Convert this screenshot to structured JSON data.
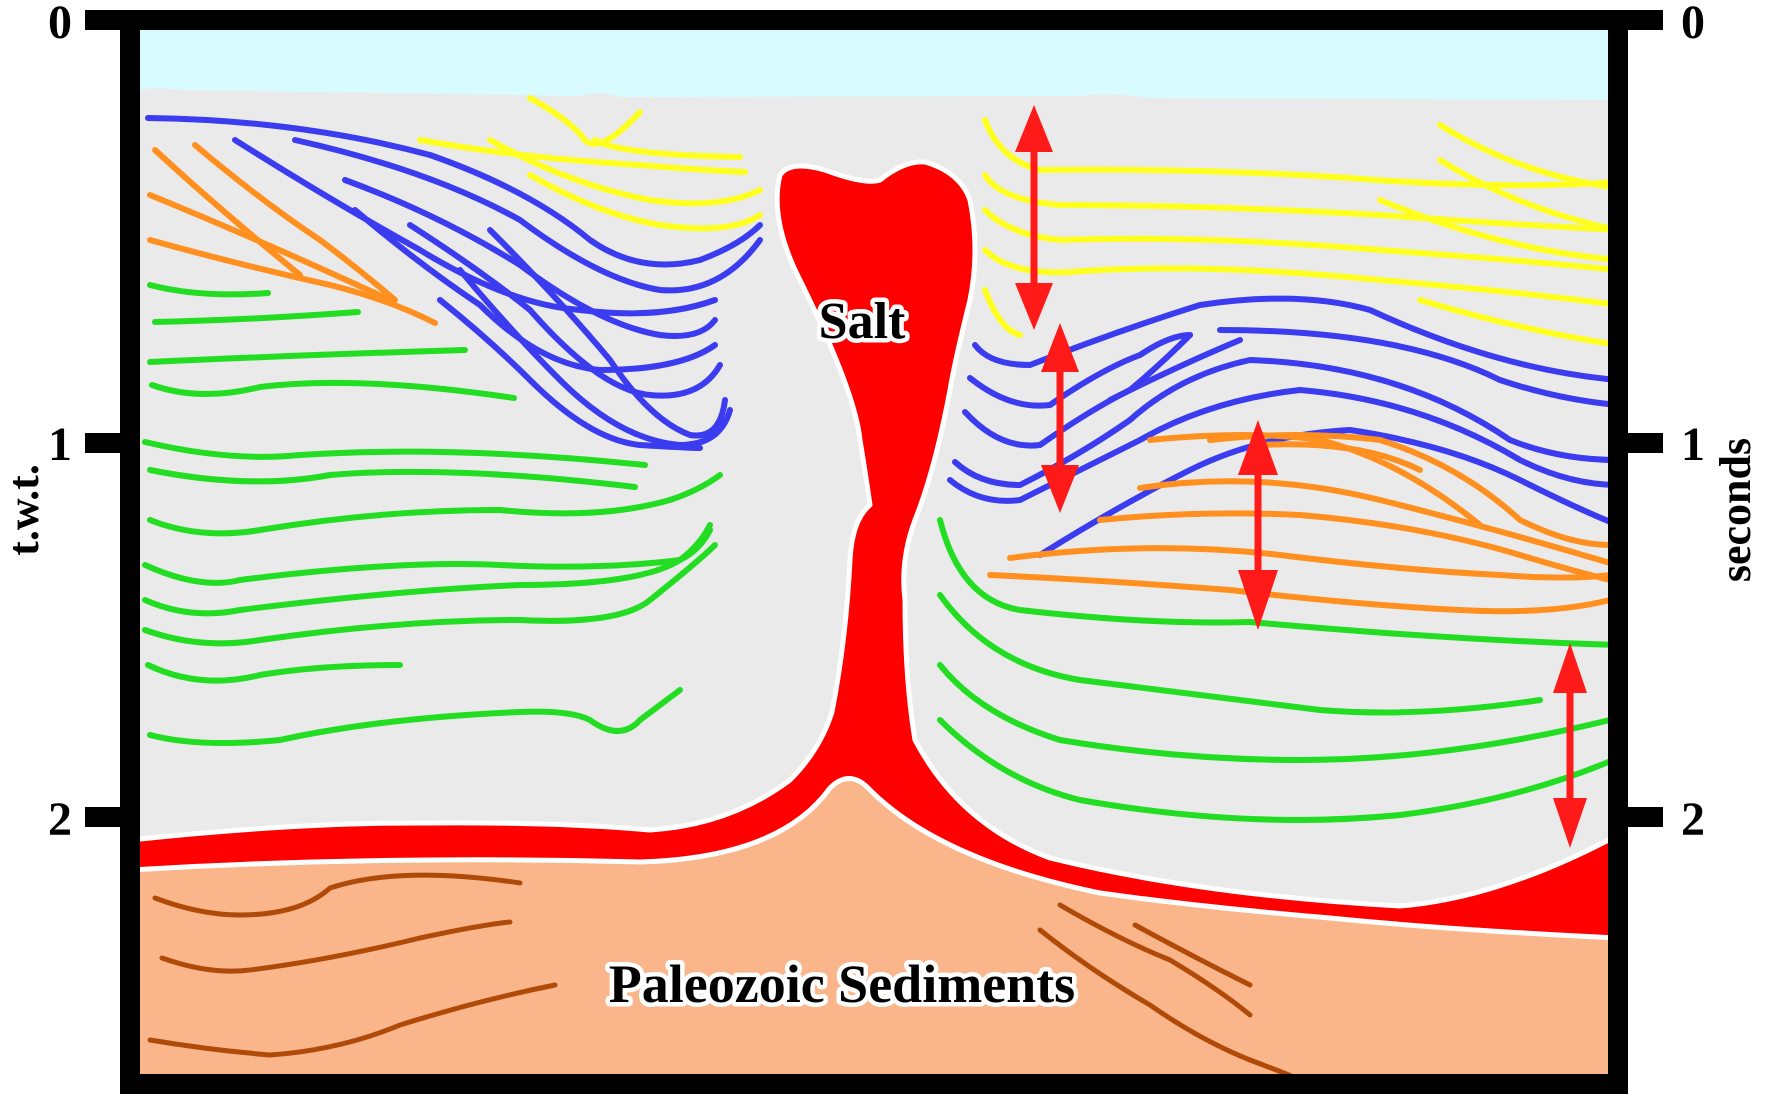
{
  "colors": {
    "water": "#d8fbff",
    "sediment_fill": "#eaeaea",
    "salt": "#ff0000",
    "paleozoic": "#fbb58b",
    "frame": "#000000",
    "yellow": "#ffff1f",
    "blue": "#3b3bf0",
    "orange": "#ff9020",
    "green": "#22dd22",
    "brown": "#b04a08",
    "arrow": "#ff1a1a"
  },
  "axis": {
    "left_label": "t.w.t.",
    "right_label": "seconds",
    "ticks": [
      "0",
      "1",
      "2"
    ]
  },
  "labels": {
    "salt": "Salt",
    "paleozoic": "Paleozoic Sediments"
  }
}
